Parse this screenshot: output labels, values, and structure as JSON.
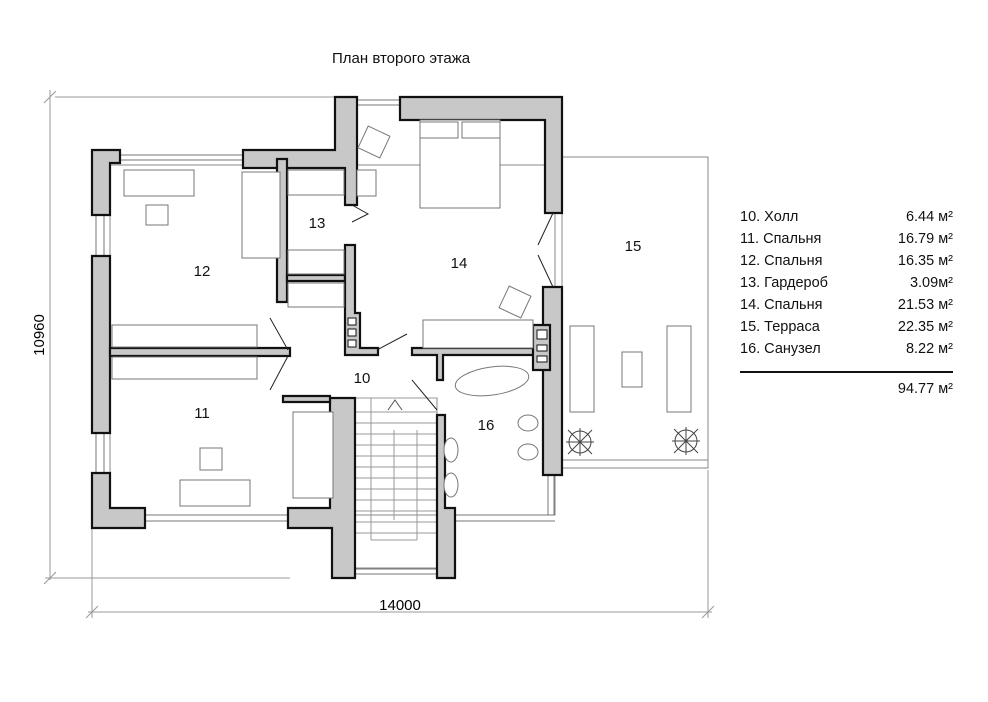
{
  "title": "План второго этажа",
  "dimensions": {
    "width": "14000",
    "height": "10960"
  },
  "rooms": [
    {
      "num": "10"
    },
    {
      "num": "11"
    },
    {
      "num": "12"
    },
    {
      "num": "13"
    },
    {
      "num": "14"
    },
    {
      "num": "15"
    },
    {
      "num": "16"
    }
  ],
  "legend": {
    "items": [
      {
        "name": "10. Холл",
        "area": "6.44 м²"
      },
      {
        "name": "11. Спальня",
        "area": "16.79 м²"
      },
      {
        "name": "12. Спальня",
        "area": "16.35 м²"
      },
      {
        "name": "13. Гардероб",
        "area": "3.09м²"
      },
      {
        "name": "14. Спальня",
        "area": "21.53 м²"
      },
      {
        "name": "15. Терраса",
        "area": "22.35 м²"
      },
      {
        "name": "16. Санузел",
        "area": "8.22 м²"
      }
    ],
    "total": "94.77 м²"
  }
}
